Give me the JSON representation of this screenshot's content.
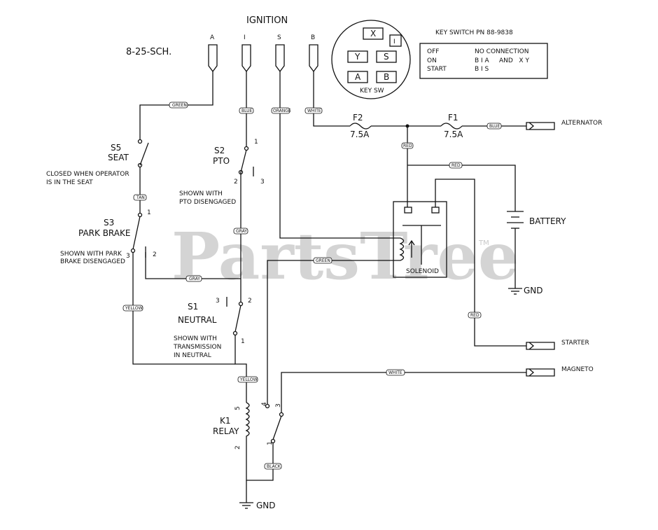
{
  "title": "IGNITION",
  "drawing_number": "8-25-SCH.",
  "watermark": "PartsTree",
  "watermark_tm": "TM",
  "terminals": [
    "A",
    "I",
    "S",
    "B"
  ],
  "key_switch": {
    "face_letters": [
      "X",
      "I",
      "Y",
      "S",
      "A",
      "B"
    ],
    "face_label": "KEY SW",
    "pn": "KEY SWITCH PN 88-9838",
    "rows": [
      {
        "pos": "OFF",
        "conn": "NO CONNECTION"
      },
      {
        "pos": "ON",
        "conn": "B I A     AND   X Y"
      },
      {
        "pos": "START",
        "conn": "B I S"
      }
    ]
  },
  "switches": {
    "s5": {
      "id": "S5",
      "name": "SEAT",
      "note1": "CLOSED WHEN OPERATOR",
      "note2": "IS IN THE SEAT"
    },
    "s2": {
      "id": "S2",
      "name": "PTO",
      "note1": "SHOWN WITH",
      "note2": "PTO DISENGAGED"
    },
    "s3": {
      "id": "S3",
      "name": "PARK BRAKE",
      "note1": "SHOWN WITH PARK",
      "note2": "BRAKE DISENGAGED"
    },
    "s1": {
      "id": "S1",
      "name": "NEUTRAL",
      "note1": "SHOWN WITH",
      "note2": "TRANSMISSION",
      "note3": "IN NEUTRAL"
    },
    "k1": {
      "id": "K1",
      "name": "RELAY"
    }
  },
  "pins": {
    "one": "1",
    "two": "2",
    "three": "3",
    "four": "4",
    "five": "5"
  },
  "fuses": {
    "f2": "F2",
    "f2_rating": "7.5A",
    "f1": "F1",
    "f1_rating": "7.5A"
  },
  "components": {
    "solenoid": "SOLENOID",
    "battery": "BATTERY",
    "gnd": "GND",
    "alternator": "ALTERNATOR",
    "starter": "STARTER",
    "magneto": "MAGNETO"
  },
  "wire_colors": {
    "green": "GREEN",
    "blue": "BLUE",
    "orange": "ORANGE",
    "white": "WHITE",
    "red": "RED",
    "tan": "TAN",
    "gray": "GRAY",
    "yellow": "YELLOW",
    "black": "BLACK"
  }
}
